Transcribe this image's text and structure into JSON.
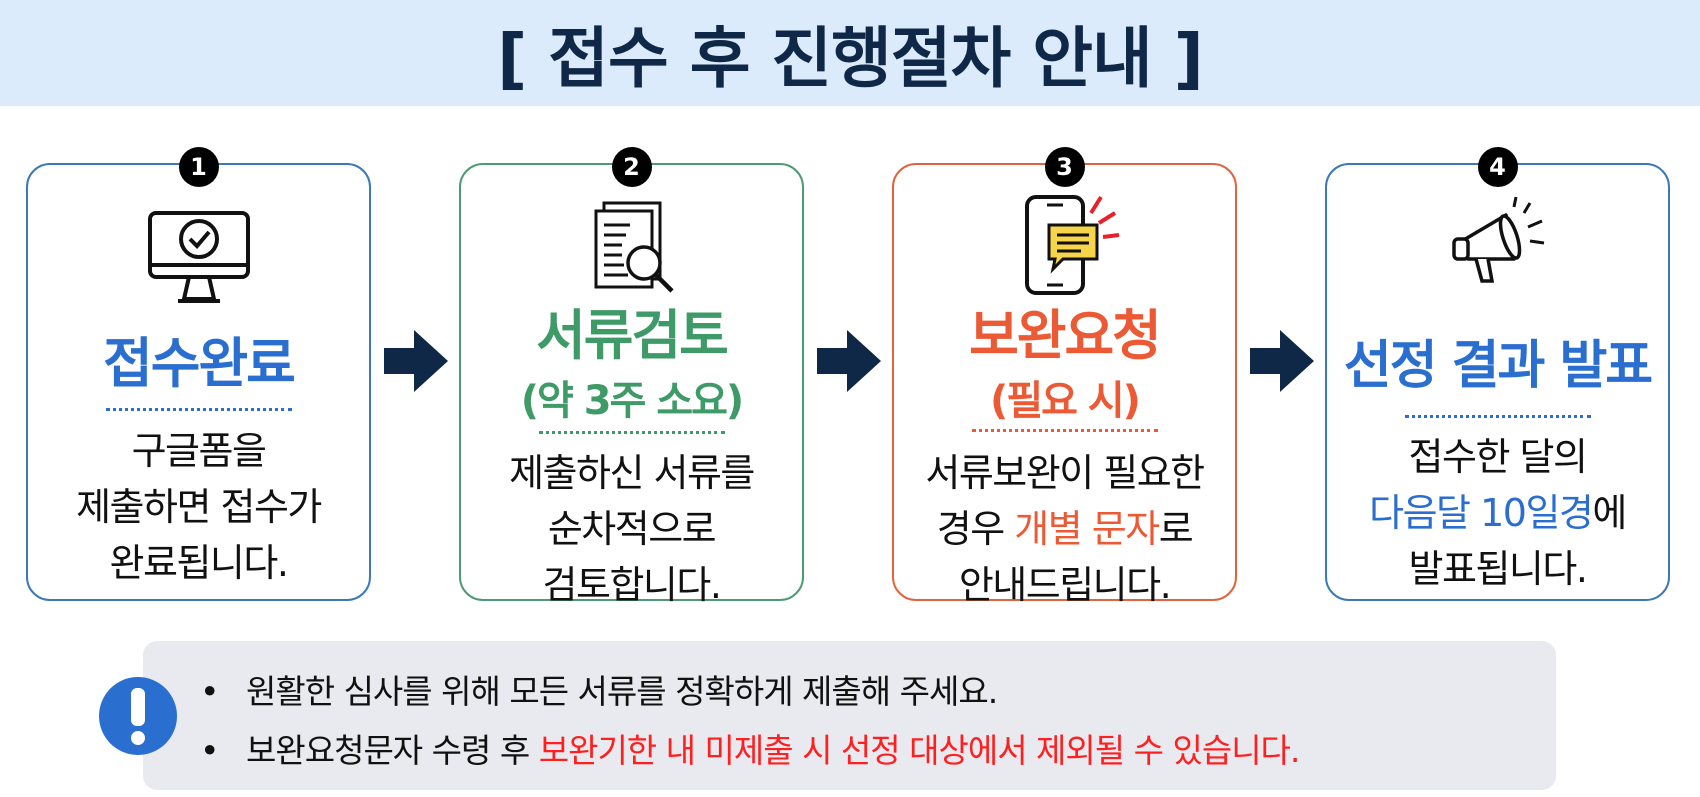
{
  "header": {
    "title": "[ 접수 후 진행절차 안내 ]"
  },
  "colors": {
    "header_bg": "#dcebfb",
    "navy": "#0f2847",
    "blue": "#2a6ecf",
    "green": "#3e9a66",
    "orange": "#ec5a35",
    "red": "#ff1f1f"
  },
  "steps": [
    {
      "number": "1",
      "icon": "monitor-check-icon",
      "title": "접수완료",
      "body": [
        "구글폼을",
        "제출하면 접수가",
        "완료됩니다."
      ]
    },
    {
      "number": "2",
      "icon": "document-search-icon",
      "title": "서류검토",
      "subtitle": "(약 3주 소요)",
      "body": [
        "제출하신 서류를",
        "순차적으로",
        "검토합니다."
      ]
    },
    {
      "number": "3",
      "icon": "phone-message-icon",
      "title": "보완요청",
      "subtitle": "(필요 시)",
      "body_line1": "서류보완이 필요한",
      "body_line2_a": "경우 ",
      "body_line2_highlight": "개별 문자",
      "body_line2_b": "로",
      "body_line3": "안내드립니다."
    },
    {
      "number": "4",
      "icon": "megaphone-icon",
      "title": "선정 결과 발표",
      "body_line1": "접수한 달의",
      "body_line2_highlight": "다음달 10일경",
      "body_line2_b": "에",
      "body_line3": "발표됩니다."
    }
  ],
  "notice": {
    "icon": "exclamation-icon",
    "bullet": "•",
    "line1": "원활한 심사를 위해 모든 서류를 정확하게 제출해 주세요.",
    "line2_a": "보완요청문자 수령 후 ",
    "line2_highlight": "보완기한 내 미제출 시 선정 대상에서 제외될 수 있습니다."
  }
}
